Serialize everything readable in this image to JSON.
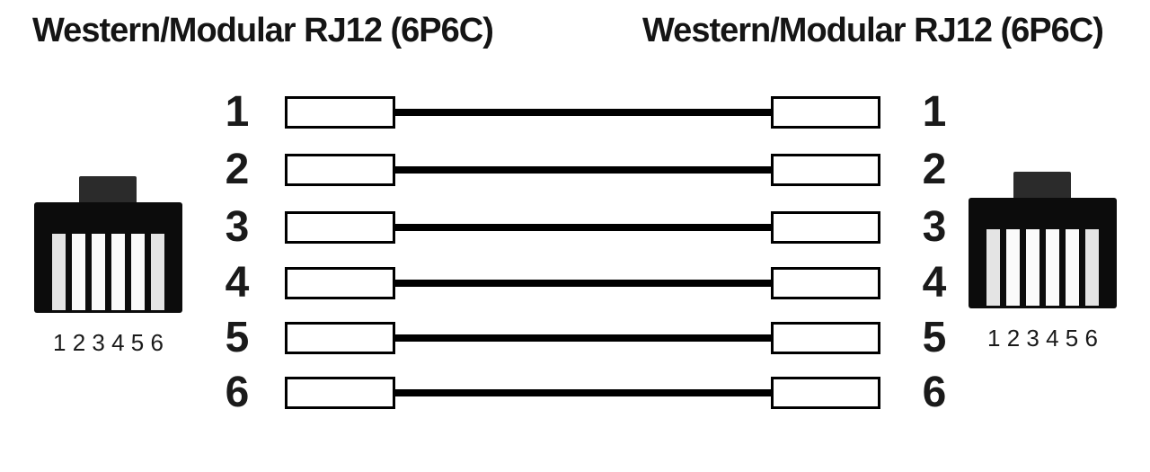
{
  "diagram": {
    "type": "pinout-wiring-diagram",
    "connection": "straight-through",
    "left": {
      "title": "Western/Modular RJ12 (6P6C)",
      "pin_label": "1 2 3 4 5 6"
    },
    "right": {
      "title": "Western/Modular RJ12 (6P6C)",
      "pin_label": "1 2 3 4 5 6"
    },
    "rows": [
      {
        "left_pin": "1",
        "right_pin": "1"
      },
      {
        "left_pin": "2",
        "right_pin": "2"
      },
      {
        "left_pin": "3",
        "right_pin": "3"
      },
      {
        "left_pin": "4",
        "right_pin": "4"
      },
      {
        "left_pin": "5",
        "right_pin": "5"
      },
      {
        "left_pin": "6",
        "right_pin": "6"
      }
    ],
    "colors": {
      "background": "#ffffff",
      "wire": "#000000",
      "pin_box_border": "#000000",
      "pin_box_fill": "#ffffff",
      "jack_body": "#0c0c0c",
      "jack_tab": "#2b2b2b",
      "jack_slot": "#fafafa",
      "jack_slot_outer": "#e4e4e4",
      "text": "#151515"
    }
  }
}
